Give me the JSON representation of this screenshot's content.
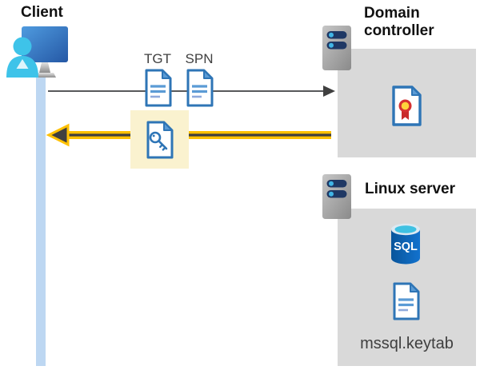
{
  "client": {
    "label": "Client"
  },
  "flow": {
    "tgt_label": "TGT",
    "spn_label": "SPN"
  },
  "domain_controller": {
    "label": "Domain controller"
  },
  "linux_server": {
    "label": "Linux server",
    "sql_badge": "SQL",
    "keytab_filename": "mssql.keytab"
  },
  "colors": {
    "accent_yellow": "#ffc103",
    "highlight_yellow": "#faf2cf",
    "panel_gray": "#d9d9d9",
    "lifeline_blue": "#bdd7f2",
    "doc_border_blue": "#2e75b6",
    "doc_fill_blue": "#5b9bd5",
    "arrow_gray": "#58595b",
    "arrow_dark_core": "#3f3f3f",
    "person_cyan": "#3ec3e9",
    "monitor_blue": "#2f6cb3",
    "server_bar_navy": "#1f3864",
    "server_dot_cyan": "#41b6e6",
    "sql_blue": "#0c63b4",
    "cert_red": "#d63131",
    "cert_yellow": "#ffd43b"
  }
}
